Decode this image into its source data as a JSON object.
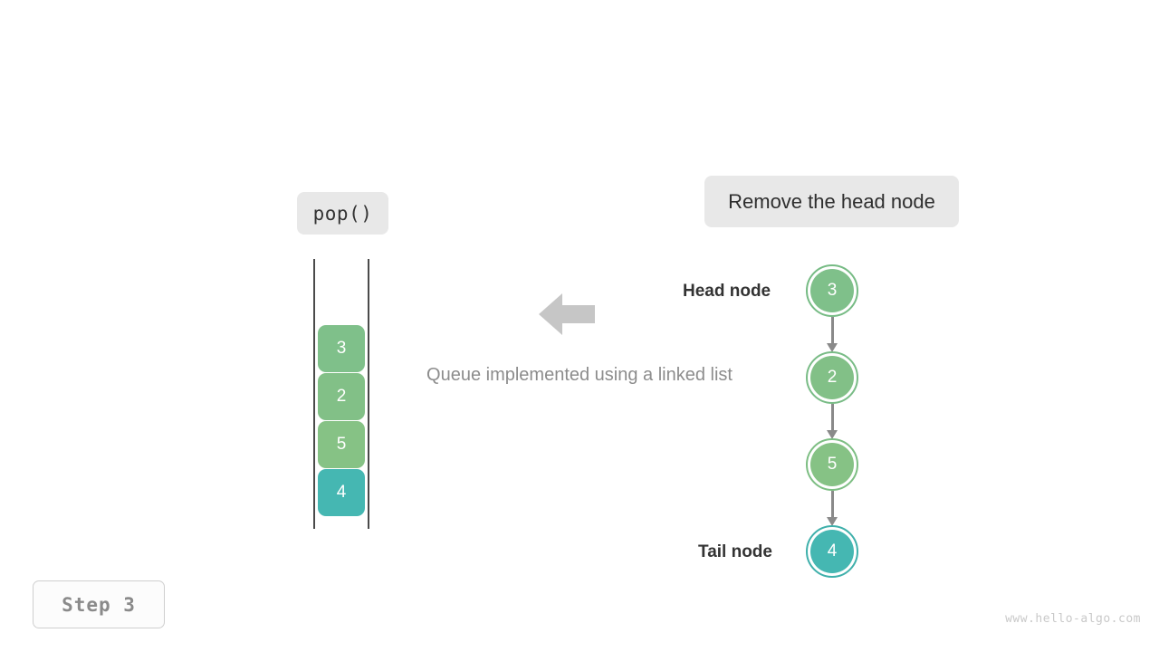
{
  "colors": {
    "green": "#7fc08a",
    "green_ring": "#76bb84",
    "teal": "#45b7b2",
    "teal_ring": "#3fb0ab",
    "pill_bg": "#e8e8e8",
    "rail": "#4a4a4a",
    "link_gray": "#8a8a8a",
    "arrow_gray": "#c6c6c6",
    "caption_gray": "#8c8c8c",
    "step_gray": "#8a8a8a",
    "watermark_gray": "#c9c9c9"
  },
  "operation": {
    "label": "pop()"
  },
  "action": {
    "label": "Remove the head node"
  },
  "caption": {
    "text": "Queue implemented using a linked list"
  },
  "queue": {
    "cells": [
      {
        "value": "3",
        "color": "#7fc08a"
      },
      {
        "value": "2",
        "color": "#82c087"
      },
      {
        "value": "5",
        "color": "#86c285"
      },
      {
        "value": "4",
        "color": "#45b7b2"
      }
    ]
  },
  "linked_list": {
    "head_tag": "Head node",
    "tail_tag": "Tail node",
    "nodes": [
      {
        "value": "3",
        "fill": "#7fc08a",
        "ring": "#76bb84"
      },
      {
        "value": "2",
        "fill": "#82c087",
        "ring": "#79bc86"
      },
      {
        "value": "5",
        "fill": "#86c285",
        "ring": "#7dbe83"
      },
      {
        "value": "4",
        "fill": "#45b7b2",
        "ring": "#3fb0ab"
      }
    ]
  },
  "arrow": {
    "direction": "left",
    "icon": "arrow-left-icon"
  },
  "step": {
    "label": "Step 3"
  },
  "watermark": {
    "text": "www.hello-algo.com"
  }
}
